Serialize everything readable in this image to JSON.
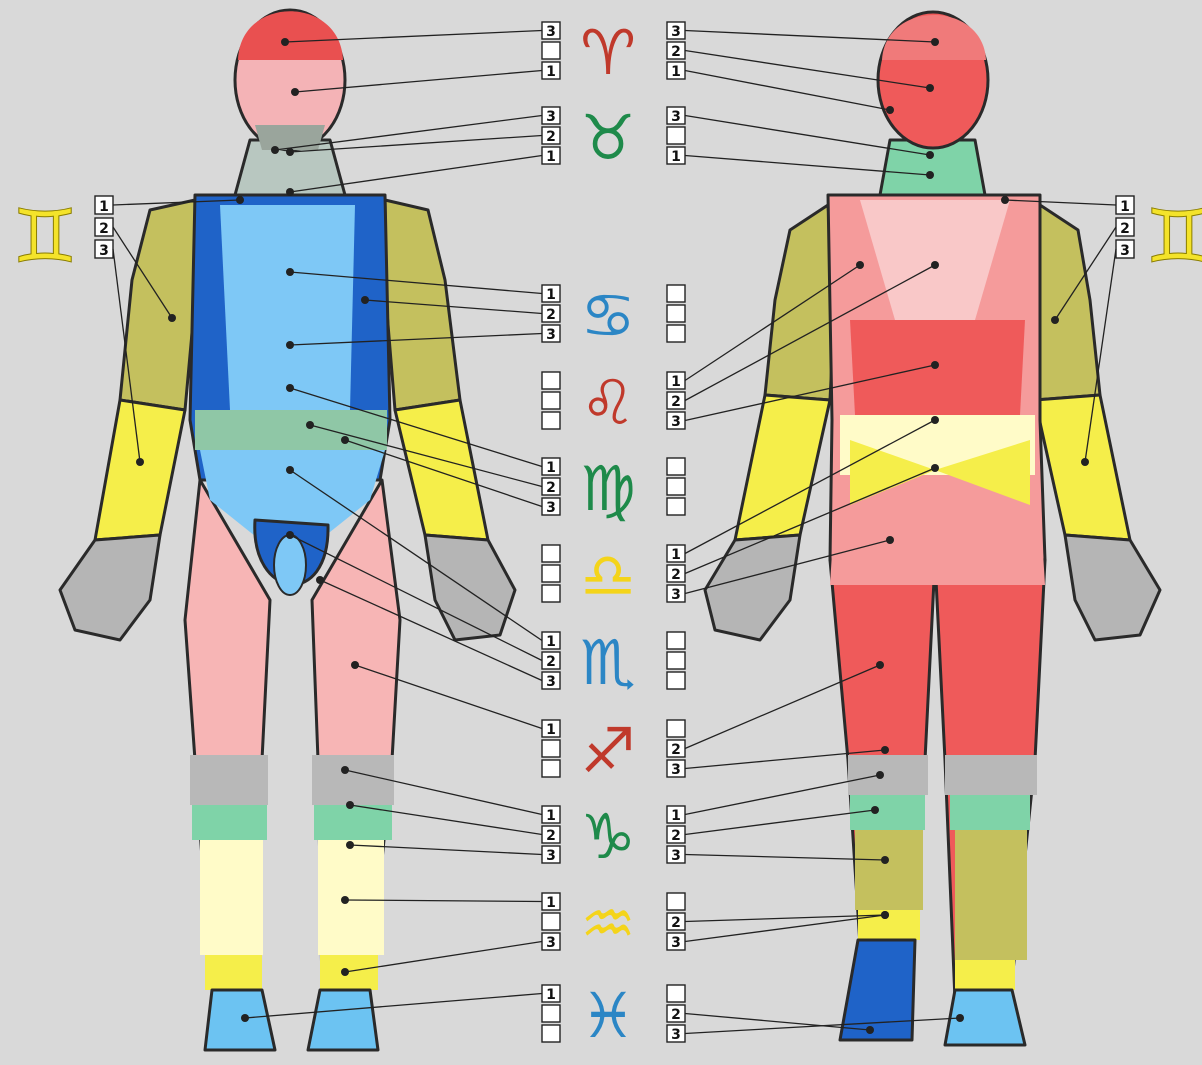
{
  "colors": {
    "background": "#d9d9d9",
    "aries": "#c0392b",
    "taurus": "#1e8a4a",
    "gemini": "#f4e32a",
    "cancer": "#2b86c5",
    "leo": "#c0392b",
    "virgo": "#1e8a4a",
    "libra": "#f4d41a",
    "scorpio": "#2b86c5",
    "sagittarius": "#c0392b",
    "capricorn": "#1e8a4a",
    "aquarius": "#f4d41a",
    "pisces": "#2b86c5"
  },
  "signs": [
    {
      "name": "aries",
      "glyph": "♈",
      "left_boxes": [
        "3",
        "",
        "1"
      ],
      "right_boxes": [
        "3",
        "2",
        "1"
      ]
    },
    {
      "name": "taurus",
      "glyph": "♉",
      "left_boxes": [
        "3",
        "2",
        "1"
      ],
      "right_boxes": [
        "3",
        "",
        "1"
      ]
    },
    {
      "name": "cancer",
      "glyph": "♋",
      "left_boxes": [
        "1",
        "2",
        "3"
      ],
      "right_boxes": [
        "",
        "",
        ""
      ]
    },
    {
      "name": "leo",
      "glyph": "♌",
      "left_boxes": [
        "",
        "",
        ""
      ],
      "right_boxes": [
        "1",
        "2",
        "3"
      ]
    },
    {
      "name": "virgo",
      "glyph": "♍",
      "left_boxes": [
        "1",
        "2",
        "3"
      ],
      "right_boxes": [
        "",
        "",
        ""
      ]
    },
    {
      "name": "libra",
      "glyph": "♎",
      "left_boxes": [
        "",
        "",
        ""
      ],
      "right_boxes": [
        "1",
        "2",
        "3"
      ]
    },
    {
      "name": "scorpio",
      "glyph": "♏",
      "left_boxes": [
        "1",
        "2",
        "3"
      ],
      "right_boxes": [
        "",
        "",
        ""
      ]
    },
    {
      "name": "sagittarius",
      "glyph": "♐",
      "left_boxes": [
        "1",
        "",
        ""
      ],
      "right_boxes": [
        "",
        "2",
        "3"
      ]
    },
    {
      "name": "capricorn",
      "glyph": "♑",
      "left_boxes": [
        "1",
        "2",
        "3"
      ],
      "right_boxes": [
        "1",
        "2",
        "3"
      ]
    },
    {
      "name": "aquarius",
      "glyph": "♒",
      "left_boxes": [
        "1",
        "",
        "3"
      ],
      "right_boxes": [
        "",
        "2",
        "3"
      ]
    },
    {
      "name": "pisces",
      "glyph": "♓",
      "left_boxes": [
        "1",
        "",
        ""
      ],
      "right_boxes": [
        "",
        "2",
        "3"
      ]
    }
  ],
  "gemini": {
    "glyph": "♊",
    "boxes": [
      "1",
      "2",
      "3"
    ]
  }
}
